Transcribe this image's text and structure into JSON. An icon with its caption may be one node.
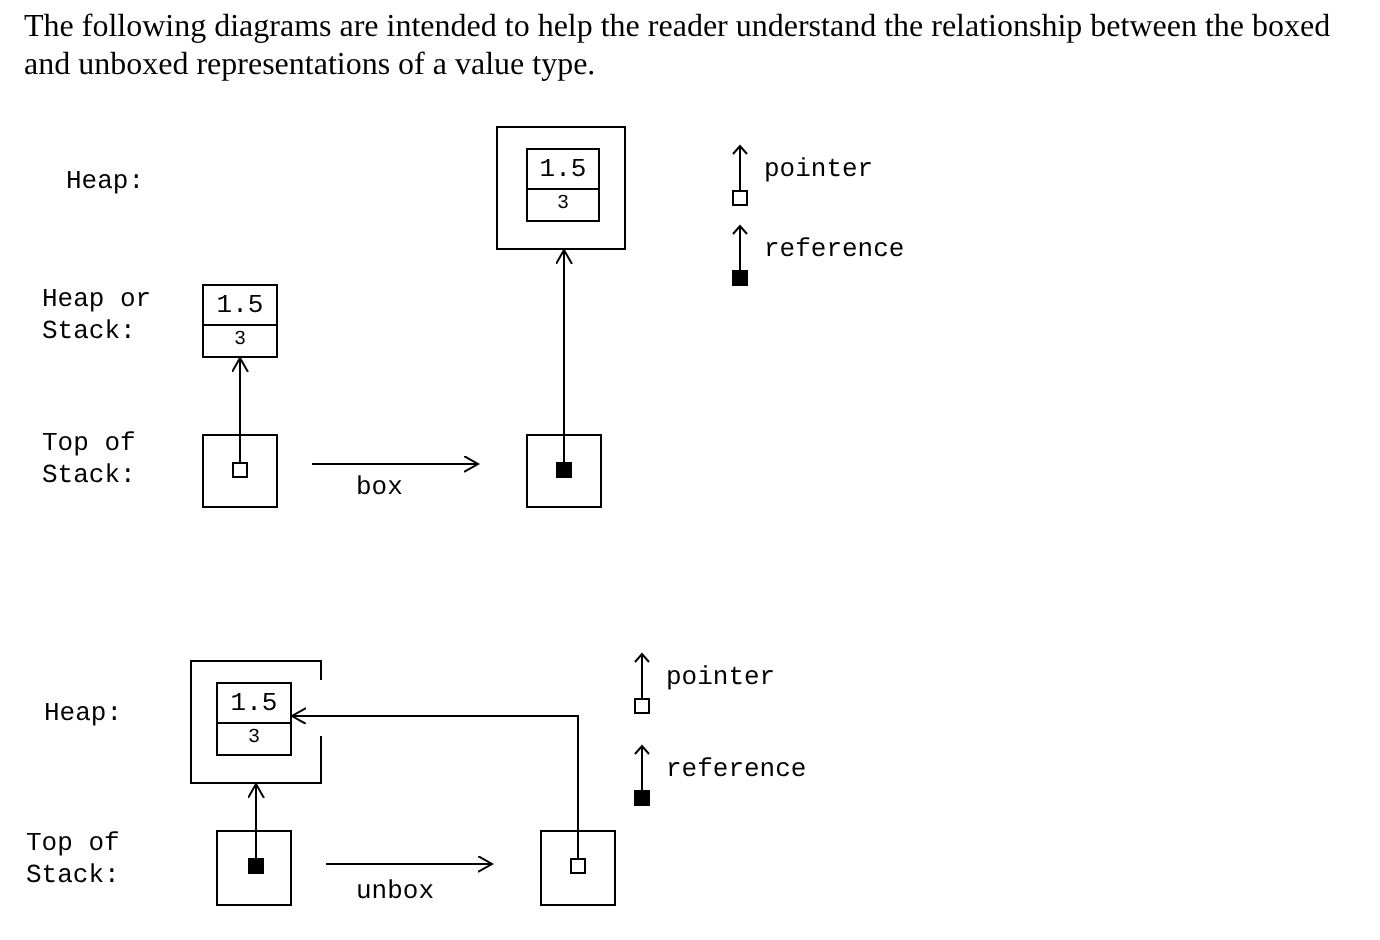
{
  "diagram": {
    "nodes": [
      {
        "text": [],
        "shape": "box"
      },
      {
        "text": [
          "1.5",
          "3"
        ],
        "in": 0
      },
      {
        "text": [
          "1.5",
          "3"
        ]
      },
      {
        "text": [],
        "shape": "box"
      },
      {
        "text": [],
        "shape": "box"
      },
      {
        "text": [],
        "shape": "box"
      },
      {
        "text": [
          "1.5",
          "3"
        ],
        "in": 5
      },
      {
        "text": [],
        "shape": "box"
      },
      {
        "text": [],
        "shape": "box"
      }
    ],
    "edges": [
      {
        "from": 3,
        "to": 2,
        "arrow": "to"
      },
      {
        "from": 4,
        "to": 0,
        "arrow": "to"
      },
      {
        "from": 3,
        "to": 4,
        "arrow": "to",
        "label": "box"
      },
      {
        "from": 7,
        "to": 5,
        "arrow": "to"
      },
      {
        "from": 8,
        "to": 6,
        "arrow": "to"
      },
      {
        "from": 7,
        "to": 8,
        "arrow": "to",
        "label": "unbox"
      }
    ],
    "labels": [
      "The following diagrams are intended to help the reader understand the relationship between the boxed and unboxed representations of a value type.",
      "Heap:",
      "Heap or Stack:",
      "Top of Stack:",
      "Heap:",
      "Top of Stack:"
    ],
    "legend": [
      {
        "text": "pointer"
      },
      {
        "text": "reference"
      },
      {
        "text": "pointer"
      },
      {
        "text": "reference"
      }
    ]
  }
}
